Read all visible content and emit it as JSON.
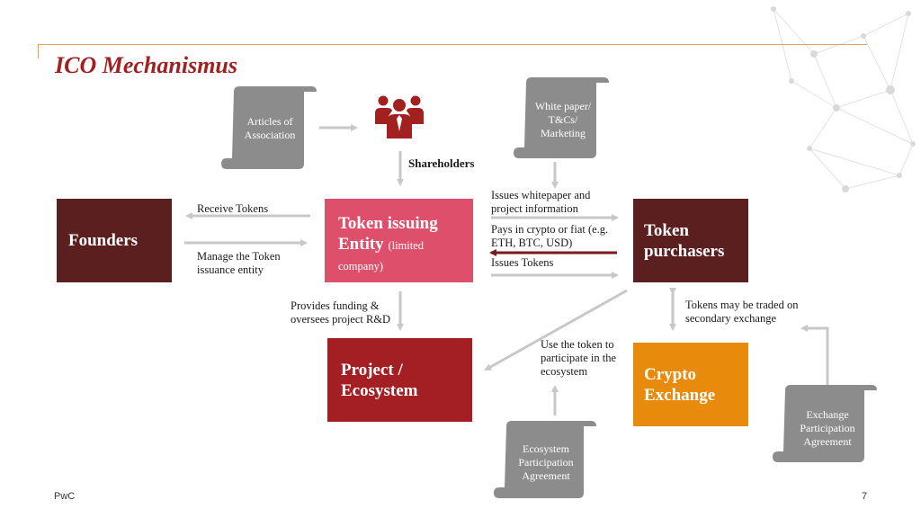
{
  "title": "ICO Mechanismus",
  "boxes": {
    "founders": "Founders",
    "token_entity_main": "Token issuing Entity",
    "token_entity_sub": "(limited company)",
    "token_purchasers": "Token purchasers",
    "project": "Project / Ecosystem",
    "crypto_exchange": "Crypto Exchange"
  },
  "scrolls": {
    "articles": "Articles of Association",
    "whitepaper": "White paper/ T&Cs/ Marketing",
    "ecosystem_agreement": "Ecosystem Participation Agreement",
    "exchange_agreement": "Exchange Participation Agreement"
  },
  "labels": {
    "shareholders": "Shareholders",
    "receive_tokens": "Receive Tokens",
    "manage_entity": "Manage the Token issuance entity",
    "issues_whitepaper": "Issues whitepaper and project information",
    "pays_crypto": "Pays in crypto or fiat (e.g. ETH, BTC, USD)",
    "issues_tokens": "Issues Tokens",
    "provides_funding": "Provides funding & oversees project R&D",
    "use_token": "Use the token to participate in the ecosystem",
    "tokens_traded": "Tokens may be traded on secondary exchange"
  },
  "footer": {
    "brand": "PwC",
    "page": "7"
  },
  "colors": {
    "accent_red": "#a32020",
    "founders": "#5c1f1f",
    "token_entity": "#de4f6b",
    "token_purchasers": "#5c1f1f",
    "project": "#a31f24",
    "crypto_exchange": "#e88a0c",
    "scroll_gray": "#8c8c8c",
    "arrow_gray": "#c8c8c8"
  }
}
